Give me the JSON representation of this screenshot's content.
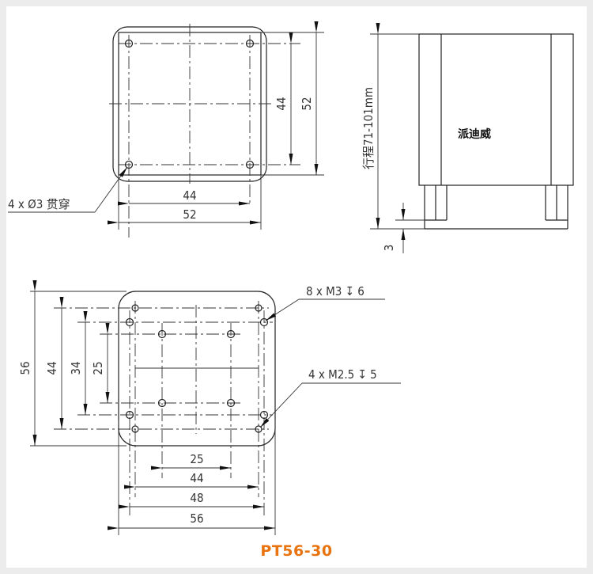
{
  "title": "PT56-30",
  "colors": {
    "title": "#e8730f",
    "lines": "#222222",
    "frame": "#ececec",
    "sheet": "#ffffff"
  },
  "top_view": {
    "hole_note": "4 x Ø3 贯穿",
    "dim_vertical_inner": "44",
    "dim_vertical_outer": "52",
    "dim_horizontal_inner": "44",
    "dim_horizontal_outer": "52"
  },
  "side_view": {
    "stroke_label": "行程71-101mm",
    "brand_label": "派迪威",
    "dim_bottom": "3"
  },
  "bottom_view": {
    "note_m3": "8 x  M3 ↧ 6",
    "note_m25": "4 x  M2.5 ↧ 5",
    "dim_vertical": [
      "56",
      "44",
      "34",
      "25"
    ],
    "dim_horizontal": [
      "25",
      "44",
      "48",
      "56"
    ]
  }
}
